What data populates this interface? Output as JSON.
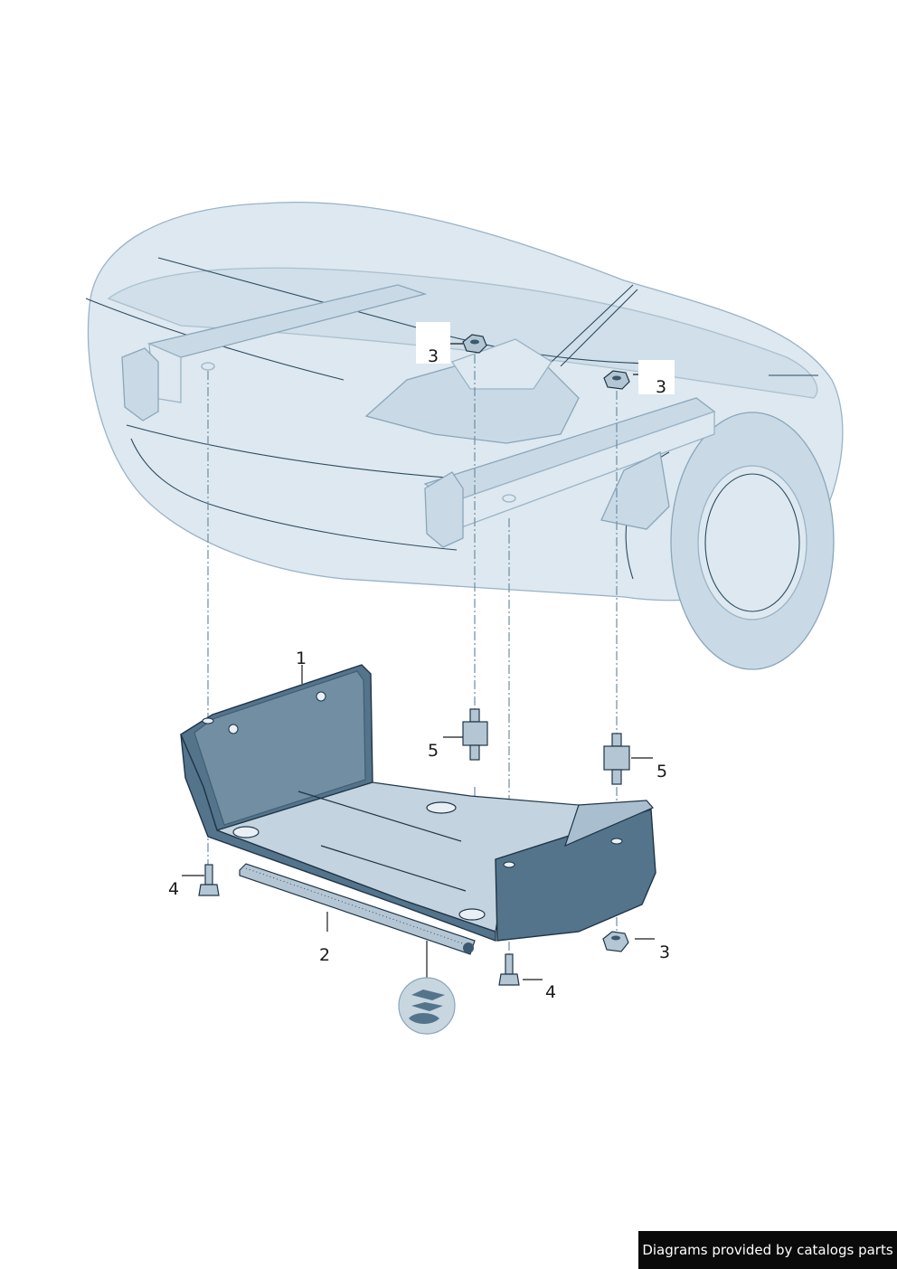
{
  "callouts": [
    {
      "id": "c1",
      "label": "1"
    },
    {
      "id": "c2",
      "label": "2"
    },
    {
      "id": "c3a",
      "label": "3"
    },
    {
      "id": "c3b",
      "label": "3"
    },
    {
      "id": "c3c",
      "label": "3"
    },
    {
      "id": "c4a",
      "label": "4"
    },
    {
      "id": "c4b",
      "label": "4"
    },
    {
      "id": "c5a",
      "label": "5"
    },
    {
      "id": "c5b",
      "label": "5"
    }
  ],
  "footer": {
    "text": "Diagrams provided by catalogs parts"
  },
  "colors": {
    "ghost_vehicle": "#dde8f0",
    "part_fill": "#54748c",
    "part_outline": "#1f3547",
    "leader_dash": "#6f8ea4"
  }
}
